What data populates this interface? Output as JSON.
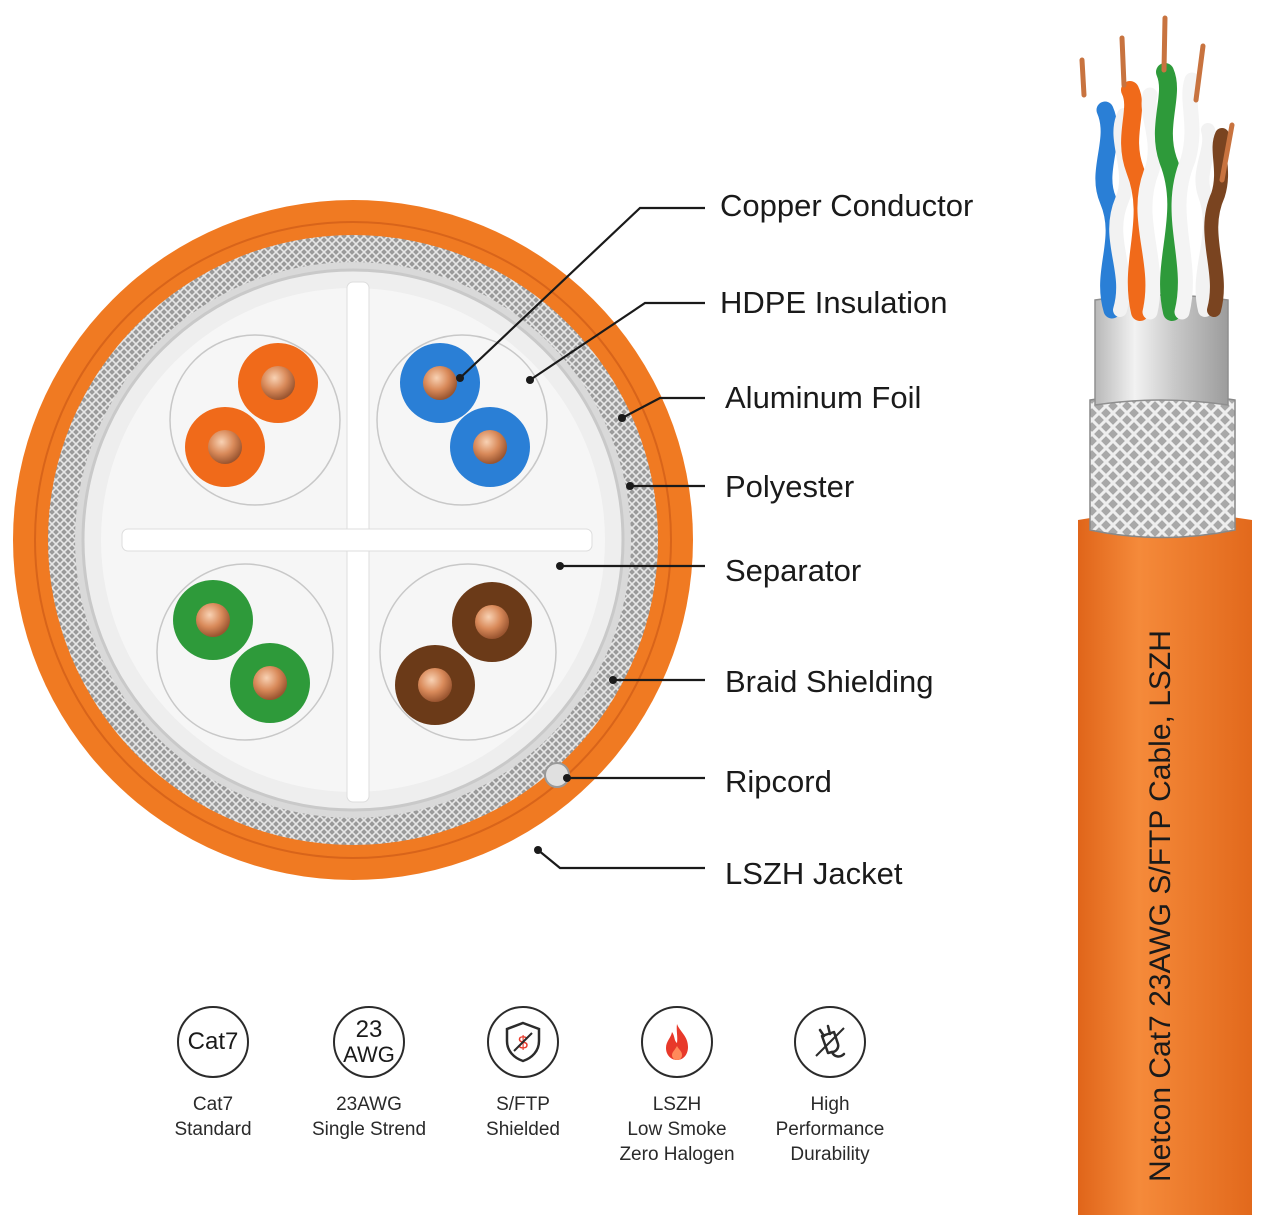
{
  "callouts": [
    {
      "label": "Copper Conductor"
    },
    {
      "label": "HDPE Insulation"
    },
    {
      "label": "Aluminum Foil"
    },
    {
      "label": "Polyester"
    },
    {
      "label": "Separator"
    },
    {
      "label": "Braid Shielding"
    },
    {
      "label": "Ripcord"
    },
    {
      "label": "LSZH Jacket"
    }
  ],
  "cable_print": "Netcon Cat7 23AWG S/FTP Cable, LSZH",
  "badges": [
    {
      "icon_line1": "Cat7",
      "icon_line2": "",
      "caption": [
        "Cat7",
        "Standard"
      ]
    },
    {
      "icon_line1": "23",
      "icon_line2": "AWG",
      "caption": [
        "23AWG",
        "Single Strend"
      ]
    },
    {
      "icon": "shield-icon",
      "caption": [
        "S/FTP",
        "Shielded"
      ]
    },
    {
      "icon": "flame-icon",
      "caption": [
        "LSZH",
        "Low Smoke",
        "Zero Halogen"
      ]
    },
    {
      "icon": "plug-icon",
      "caption": [
        "High",
        "Performance",
        "Durability"
      ]
    }
  ],
  "colors": {
    "jacket": "#f07a22",
    "orange_pair": "#f06a1a",
    "blue_pair": "#2a7fd6",
    "green_pair": "#2e9a3a",
    "brown_pair": "#6b3a18",
    "copper": "#d98a5a",
    "flame": "#e8392a"
  }
}
